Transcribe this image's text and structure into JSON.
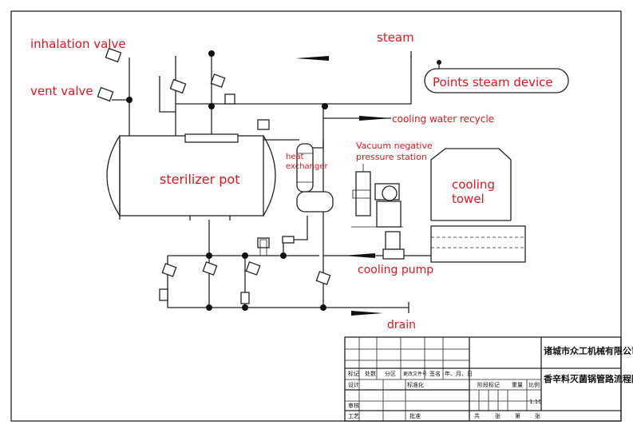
{
  "labels": {
    "inhalation_valve": "inhalation valve",
    "vent_valve": "vent valve",
    "steam": "steam",
    "points_steam_device": "Points steam device",
    "cooling_water_recycle": "cooling water recycle",
    "vacuum_line1": "Vacuum negative",
    "vacuum_line2": "pressure station",
    "heat_line1": "heat",
    "heat_line2": "exchanger",
    "sterilizer_pot": "sterilizer pot",
    "cooling_line1": "cooling",
    "cooling_line2": "towel",
    "cooling_pump": "cooling pump",
    "drain": "drain"
  },
  "title_block": {
    "company": "诸城市众工机械有限公司",
    "drawing_title": "香辛料灭菌锅管路流程图",
    "row1": [
      "标记",
      "处数",
      "分区",
      "更改文件号",
      "签名",
      "年、月、日"
    ],
    "design": "设计",
    "standardization": "标准化",
    "stage_mark": "阶段标记",
    "weight": "重量",
    "scale": "比例",
    "scale_value": "1:10",
    "review": "审核",
    "process": "工艺",
    "approve": "批准",
    "sheet_total": "共",
    "sheet_label": "张",
    "sheet_num": "第",
    "sheet_label2": "张"
  },
  "colors": {
    "label": "#e0141e",
    "line": "#222222"
  }
}
